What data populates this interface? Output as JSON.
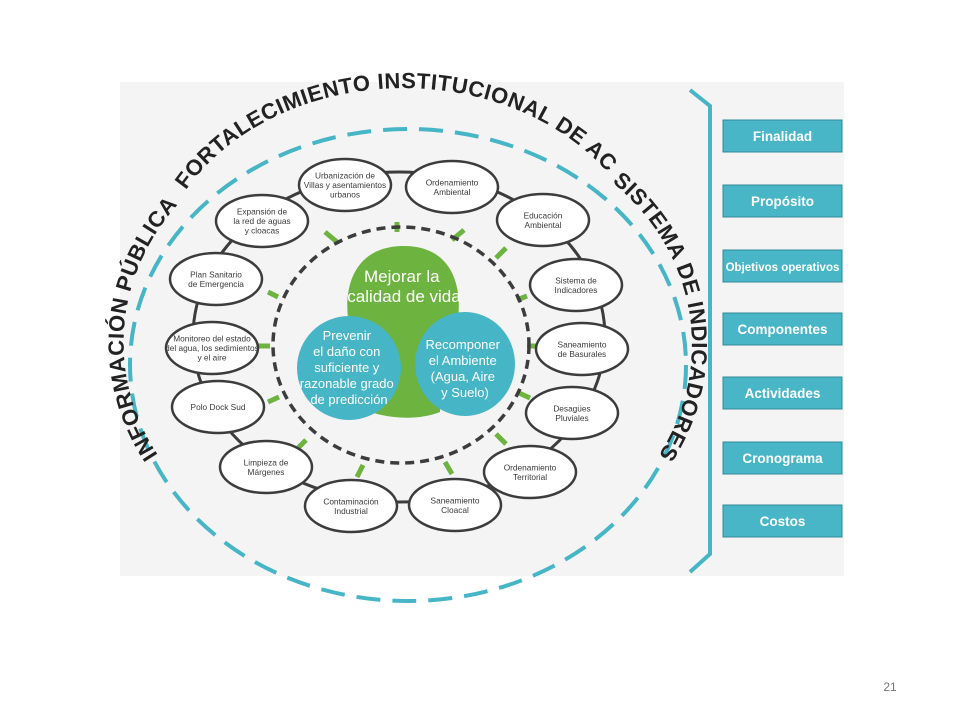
{
  "arcs": {
    "left": "INFORMACIÓN PÚBLICA",
    "top": "FORTALECIMIENTO INSTITUCIONAL DE ACUMAR",
    "right": "SISTEMA DE INDICADORES"
  },
  "center": {
    "top_lines": [
      "Mejorar la",
      "calidad de vida"
    ],
    "left_lines": [
      "Prevenir",
      "el daño con",
      "suficiente y",
      "razonable grado",
      "de predicción"
    ],
    "right_lines": [
      "Recomponer",
      "el Ambiente",
      "(Agua, Aire",
      "y Suelo)"
    ]
  },
  "nodes": [
    {
      "id": "urbanizacion",
      "lines": [
        "Urbanización de",
        "Villas y asentamientos",
        "urbanos"
      ]
    },
    {
      "id": "ordenamiento-ambiental",
      "lines": [
        "Ordenamiento",
        "Ambiental"
      ]
    },
    {
      "id": "educacion",
      "lines": [
        "Educación",
        "Ambiental"
      ]
    },
    {
      "id": "sistema-indicadores",
      "lines": [
        "Sistema de",
        "Indicadores"
      ]
    },
    {
      "id": "basurales",
      "lines": [
        "Saneamiento",
        "de Basurales"
      ]
    },
    {
      "id": "desagues",
      "lines": [
        "Desagües",
        "Pluviales"
      ]
    },
    {
      "id": "ordenamiento-territorial",
      "lines": [
        "Ordenamiento",
        "Territorial"
      ]
    },
    {
      "id": "cloacal",
      "lines": [
        "Saneamiento",
        "Cloacal"
      ]
    },
    {
      "id": "contaminacion",
      "lines": [
        "Contaminación",
        "Industrial"
      ]
    },
    {
      "id": "margenes",
      "lines": [
        "Limpieza de",
        "Márgenes"
      ]
    },
    {
      "id": "dock-sud",
      "lines": [
        "Polo Dock Sud"
      ]
    },
    {
      "id": "monitoreo",
      "lines": [
        "Monitoreo del estado",
        "del agua, los sedimientos",
        "y el aire"
      ]
    },
    {
      "id": "plan-sanitario",
      "lines": [
        "Plan Sanitario",
        "de Emergencia"
      ]
    },
    {
      "id": "expansion",
      "lines": [
        "Expansión de",
        "la red de aguas",
        "y cloacas"
      ]
    }
  ],
  "menu": [
    "Finalidad",
    "Propósito",
    "Objetivos operativos",
    "Componentes",
    "Actividades",
    "Cronograma",
    "Costos"
  ],
  "colors": {
    "teal": "#46b5c6",
    "green": "#6db33f",
    "menu_fill": "#49b6c7",
    "dark": "#3c3c3c"
  },
  "page_number": "21"
}
